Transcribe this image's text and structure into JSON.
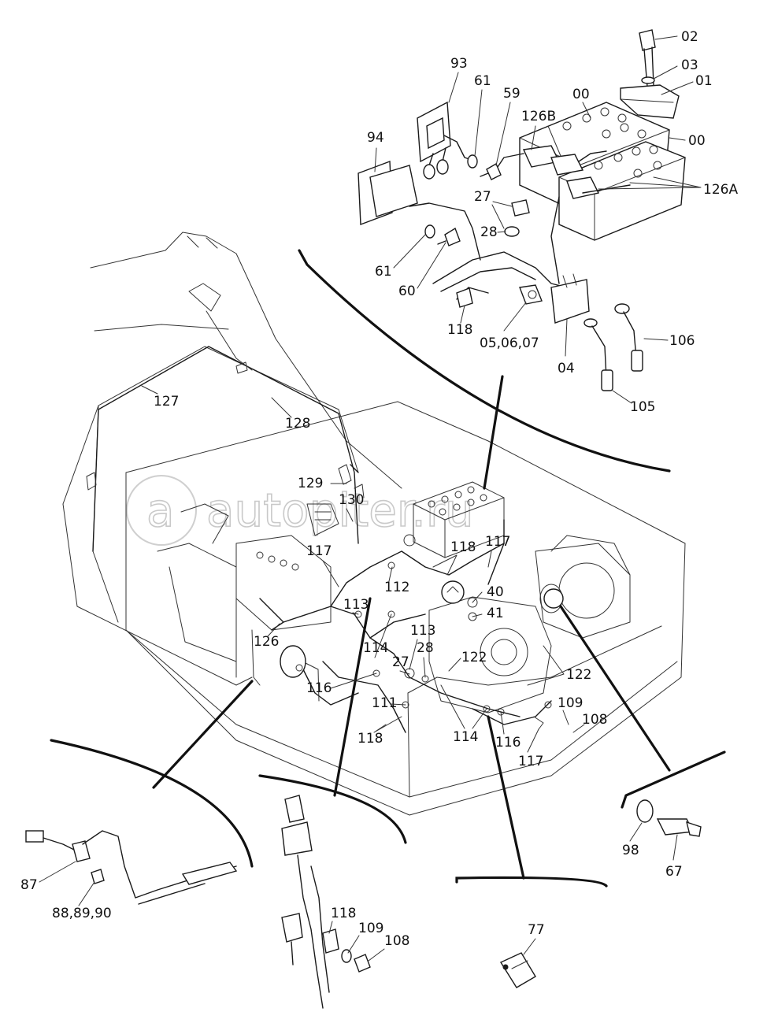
{
  "watermark": "autopiter.ru",
  "watermark_mark": "a",
  "labels": {
    "l02": "02",
    "l03": "03",
    "l01": "01",
    "l00a": "00",
    "l00b": "00",
    "l93": "93",
    "l61a": "61",
    "l59": "59",
    "l126B": "126B",
    "l94": "94",
    "l27a": "27",
    "l28a": "28",
    "l126A": "126A",
    "l61b": "61",
    "l60": "60",
    "l118a": "118",
    "l050607": "05,06,07",
    "l04": "04",
    "l106": "106",
    "l105": "105",
    "l127": "127",
    "l128": "128",
    "l129": "129",
    "l130": "130",
    "l117a": "117",
    "l112": "112",
    "l118b": "118",
    "l117b": "117",
    "l40": "40",
    "l41": "41",
    "l113a": "113",
    "l113b": "113",
    "l114a": "114",
    "l126": "126",
    "l27b": "27",
    "l28b": "28",
    "l122a": "122",
    "l122b": "122",
    "l116a": "116",
    "l111": "111",
    "l118c": "118",
    "l114b": "114",
    "l116b": "116",
    "l117c": "117",
    "l109a": "109",
    "l108a": "108",
    "l87": "87",
    "l888990": "88,89,90",
    "l118d": "118",
    "l109b": "109",
    "l108b": "108",
    "l77": "77",
    "l98": "98",
    "l67": "67"
  }
}
